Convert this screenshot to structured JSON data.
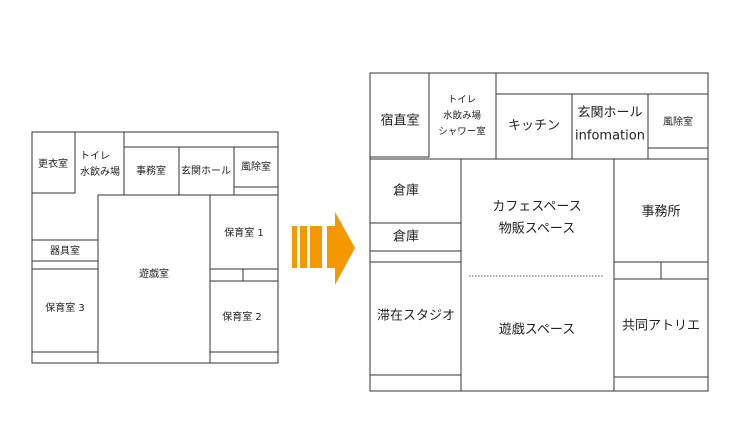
{
  "colors": {
    "arrow": "#f39800",
    "line": "#333333"
  },
  "before_plan": {
    "rooms": {
      "changing_room": "更衣室",
      "toilet_line1": "トイレ",
      "toilet_line2": "水飲み場",
      "office": "事務室",
      "entrance_hall": "玄関ホール",
      "windbreak_room": "風除室",
      "equipment_room": "器具室",
      "playroom": "遊戯室",
      "nursery_1": "保育室 1",
      "nursery_2": "保育室 2",
      "nursery_3": "保育室 3"
    }
  },
  "after_plan": {
    "rooms": {
      "night_duty_room": "宿直室",
      "toilet_line1": "トイレ",
      "toilet_line2": "水飲み場",
      "toilet_line3": "シャワー室",
      "kitchen": "キッチン",
      "entrance_hall": "玄関ホール",
      "information": "infomation",
      "windbreak_room": "風除室",
      "storage_1": "倉庫",
      "storage_2": "倉庫",
      "cafe_line1": "カフェスペース",
      "cafe_line2": "物販スペース",
      "office": "事務所",
      "residency_studio": "滞在スタジオ",
      "play_space": "遊戯スペース",
      "shared_atelier": "共同アトリエ"
    }
  }
}
